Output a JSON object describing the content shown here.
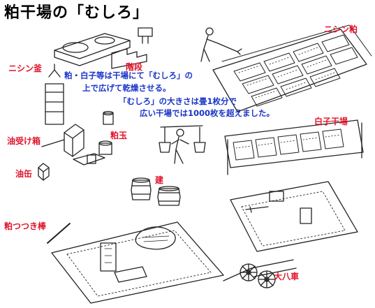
{
  "title": "粕干場の「むしろ」",
  "description": {
    "line1": "粕・白子等は干場にて「むしろ」の",
    "line2": "上で広げて乾燥させる。",
    "line3": "「むしろ」の大きさは畳1枚分で",
    "line4": "広い干場では1000枚を超えました。"
  },
  "labels": {
    "nishin_kasu": "ニシン粕",
    "nishin_gama": "ニシン釜",
    "kaidan": "階段",
    "aburauke_bako": "油受け箱",
    "kasudama": "粕玉",
    "shirako_hoshiba": "白子干場",
    "aburakan": "油缶",
    "tate": "建",
    "kasu_tsuki_bou": "粕つつき棒",
    "daihachi_guruma": "大八車"
  },
  "colors": {
    "title": "#000000",
    "label_red": "#e0142a",
    "text_blue": "#1a35c9",
    "ink": "#222222"
  }
}
